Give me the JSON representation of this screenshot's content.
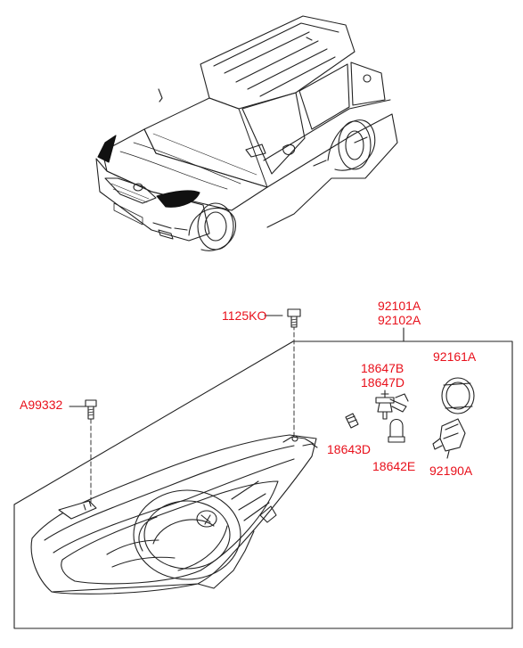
{
  "labels": {
    "a99332": "A99332",
    "k1125ko": "1125KO",
    "p92101a": "92101A",
    "p92102a": "92102A",
    "p18647b": "18647B",
    "p18647d": "18647D",
    "p18643d": "18643D",
    "p18642e": "18642E",
    "p92161a": "92161A",
    "p92190a": "92190A"
  },
  "colors": {
    "label": "#e8101b",
    "line": "#222222",
    "lamp_dark": "#111111"
  },
  "icons": [
    "vehicle-illustration",
    "headlamp-assembly-illustration",
    "bolt-icon",
    "bulb-icon",
    "dust-cap-icon",
    "bulb-socket-icon"
  ]
}
